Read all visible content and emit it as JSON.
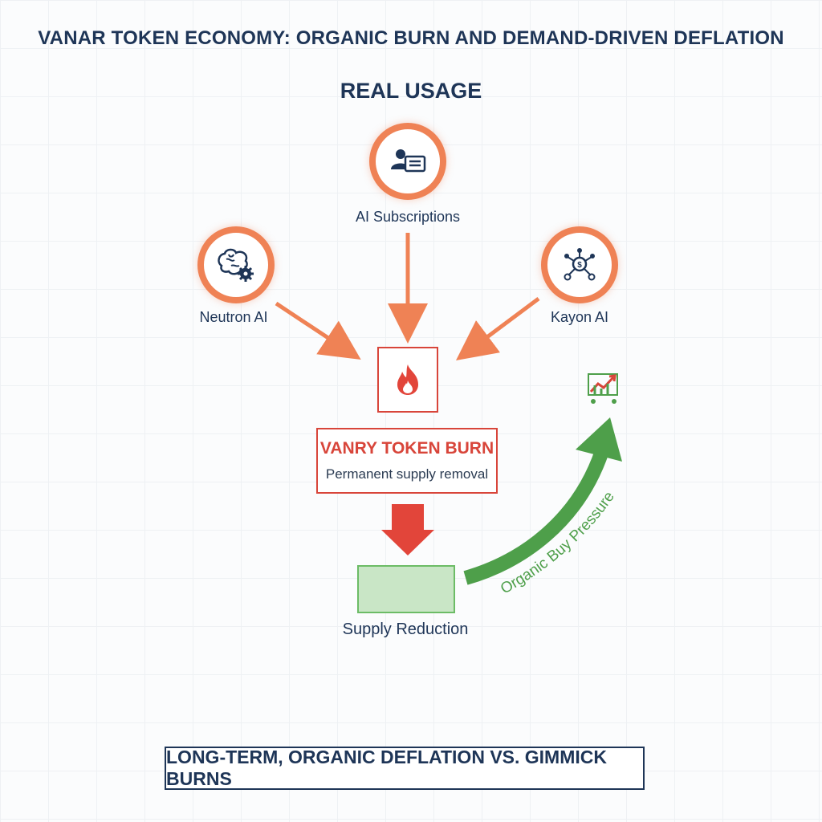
{
  "title": "VANAR TOKEN ECONOMY: ORGANIC BURN AND DEMAND-DRIVEN DEFLATION",
  "section_title": "REAL USAGE",
  "sources": {
    "ai_subscriptions": {
      "label": "AI Subscriptions",
      "icon": "user-card-icon"
    },
    "neutron_ai": {
      "label": "Neutron AI",
      "icon": "brain-gear-icon"
    },
    "kayon_ai": {
      "label": "Kayon AI",
      "icon": "network-coin-icon"
    }
  },
  "burn": {
    "icon": "flame-icon",
    "title": "VANRY TOKEN BURN",
    "subtitle": "Permanent supply removal"
  },
  "supply": {
    "label": "Supply Reduction"
  },
  "buy_pressure": {
    "label": "Organic Buy Pressure",
    "icon": "chart-cart-icon"
  },
  "footer": "LONG-TERM, ORGANIC DEFLATION VS. GIMMICK BURNS",
  "colors": {
    "navy": "#1e3557",
    "orange": "#ef8255",
    "red": "#d8453a",
    "green": "#4e9f4a",
    "light_green": "#c9e6c6"
  }
}
